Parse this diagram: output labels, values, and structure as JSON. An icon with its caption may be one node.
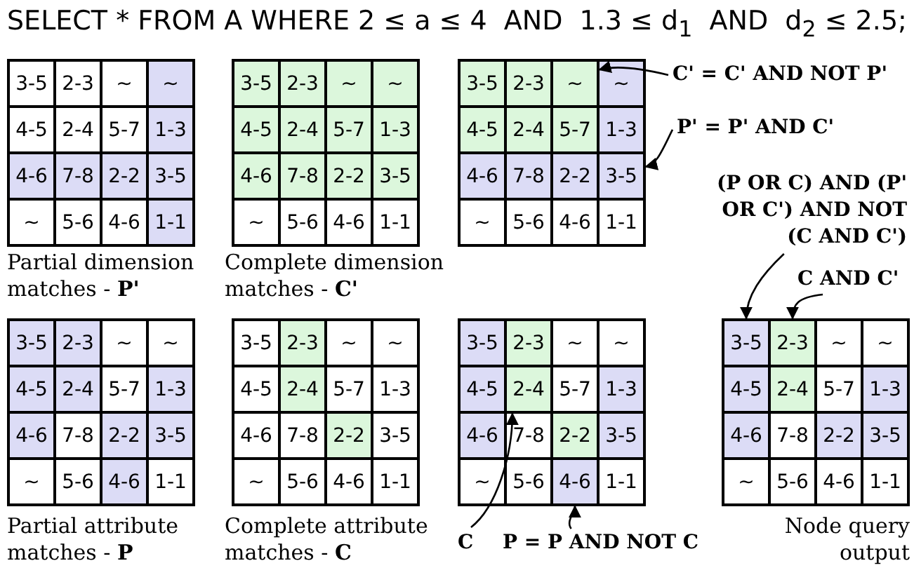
{
  "diagram": {
    "title": "SELECT * FROM A WHERE 2 ≤ a ≤ 4  AND  1.3 ≤ d$_{1}$  AND  d$_{2}$ ≤ 2.5;",
    "nodes": [
      {
        "text": [],
        "shape": "box",
        "beside": [
          "Partial dimension matches - **P'**"
        ]
      },
      {
        "text": [
          "3-5"
        ],
        "in": 0
      },
      {
        "text": [
          "2-3"
        ],
        "in": 0
      },
      {
        "text": [
          "~"
        ],
        "in": 0
      },
      {
        "text": [
          "~"
        ],
        "in": 0
      },
      {
        "text": [
          "4-5"
        ],
        "in": 0
      },
      {
        "text": [
          "2-4"
        ],
        "in": 0
      },
      {
        "text": [
          "5-7"
        ],
        "in": 0
      },
      {
        "text": [
          "1-3"
        ],
        "in": 0
      },
      {
        "text": [
          "4-6"
        ],
        "in": 0
      },
      {
        "text": [
          "7-8"
        ],
        "in": 0
      },
      {
        "text": [
          "2-2"
        ],
        "in": 0
      },
      {
        "text": [
          "3-5"
        ],
        "in": 0
      },
      {
        "text": [
          "~"
        ],
        "in": 0
      },
      {
        "text": [
          "5-6"
        ],
        "in": 0
      },
      {
        "text": [
          "4-6"
        ],
        "in": 0
      },
      {
        "text": [
          "1-1"
        ],
        "in": 0
      },
      {
        "text": [],
        "shape": "box",
        "beside": [
          "Complete dimension matches - **C'**"
        ]
      },
      {
        "text": [
          "3-5"
        ],
        "in": 17
      },
      {
        "text": [
          "2-3"
        ],
        "in": 17
      },
      {
        "text": [
          "~"
        ],
        "in": 17
      },
      {
        "text": [
          "~"
        ],
        "in": 17
      },
      {
        "text": [
          "4-5"
        ],
        "in": 17
      },
      {
        "text": [
          "2-4"
        ],
        "in": 17
      },
      {
        "text": [
          "5-7"
        ],
        "in": 17
      },
      {
        "text": [
          "1-3"
        ],
        "in": 17
      },
      {
        "text": [
          "4-6"
        ],
        "in": 17
      },
      {
        "text": [
          "7-8"
        ],
        "in": 17
      },
      {
        "text": [
          "2-2"
        ],
        "in": 17
      },
      {
        "text": [
          "3-5"
        ],
        "in": 17
      },
      {
        "text": [
          "~"
        ],
        "in": 17
      },
      {
        "text": [
          "5-6"
        ],
        "in": 17
      },
      {
        "text": [
          "4-6"
        ],
        "in": 17
      },
      {
        "text": [
          "1-1"
        ],
        "in": 17
      },
      {
        "text": [],
        "shape": "box"
      },
      {
        "text": [
          "3-5"
        ],
        "in": 34
      },
      {
        "text": [
          "2-3"
        ],
        "in": 34
      },
      {
        "text": [
          "~"
        ],
        "in": 34
      },
      {
        "text": [
          "~"
        ],
        "in": 34
      },
      {
        "text": [
          "4-5"
        ],
        "in": 34
      },
      {
        "text": [
          "2-4"
        ],
        "in": 34
      },
      {
        "text": [
          "5-7"
        ],
        "in": 34
      },
      {
        "text": [
          "1-3"
        ],
        "in": 34
      },
      {
        "text": [
          "4-6"
        ],
        "in": 34
      },
      {
        "text": [
          "7-8"
        ],
        "in": 34
      },
      {
        "text": [
          "2-2"
        ],
        "in": 34
      },
      {
        "text": [
          "3-5"
        ],
        "in": 34
      },
      {
        "text": [
          "~"
        ],
        "in": 34
      },
      {
        "text": [
          "5-6"
        ],
        "in": 34
      },
      {
        "text": [
          "4-6"
        ],
        "in": 34
      },
      {
        "text": [
          "1-1"
        ],
        "in": 34
      },
      {
        "text": [
          "C' = C' AND NOT P'"
        ]
      },
      {
        "text": [
          "P' = P' AND C'"
        ]
      },
      {
        "text": [
          "(P OR C) AND (P' OR C') AND NOT (C AND C')"
        ]
      },
      {
        "text": [
          "C AND C'"
        ]
      },
      {
        "text": [],
        "shape": "box",
        "beside": [
          "Partial attribute matches - **P**"
        ]
      },
      {
        "text": [
          "3-5"
        ],
        "in": 55
      },
      {
        "text": [
          "2-3"
        ],
        "in": 55
      },
      {
        "text": [
          "~"
        ],
        "in": 55
      },
      {
        "text": [
          "~"
        ],
        "in": 55
      },
      {
        "text": [
          "4-5"
        ],
        "in": 55
      },
      {
        "text": [
          "2-4"
        ],
        "in": 55
      },
      {
        "text": [
          "5-7"
        ],
        "in": 55
      },
      {
        "text": [
          "1-3"
        ],
        "in": 55
      },
      {
        "text": [
          "4-6"
        ],
        "in": 55
      },
      {
        "text": [
          "7-8"
        ],
        "in": 55
      },
      {
        "text": [
          "2-2"
        ],
        "in": 55
      },
      {
        "text": [
          "3-5"
        ],
        "in": 55
      },
      {
        "text": [
          "~"
        ],
        "in": 55
      },
      {
        "text": [
          "5-6"
        ],
        "in": 55
      },
      {
        "text": [
          "4-6"
        ],
        "in": 55
      },
      {
        "text": [
          "1-1"
        ],
        "in": 55
      },
      {
        "text": [],
        "shape": "box",
        "beside": [
          "Complete attribute matches - **C**"
        ]
      },
      {
        "text": [
          "3-5"
        ],
        "in": 72
      },
      {
        "text": [
          "2-3"
        ],
        "in": 72
      },
      {
        "text": [
          "~"
        ],
        "in": 72
      },
      {
        "text": [
          "~"
        ],
        "in": 72
      },
      {
        "text": [
          "4-5"
        ],
        "in": 72
      },
      {
        "text": [
          "2-4"
        ],
        "in": 72
      },
      {
        "text": [
          "5-7"
        ],
        "in": 72
      },
      {
        "text": [
          "1-3"
        ],
        "in": 72
      },
      {
        "text": [
          "4-6"
        ],
        "in": 72
      },
      {
        "text": [
          "7-8"
        ],
        "in": 72
      },
      {
        "text": [
          "2-2"
        ],
        "in": 72
      },
      {
        "text": [
          "3-5"
        ],
        "in": 72
      },
      {
        "text": [
          "~"
        ],
        "in": 72
      },
      {
        "text": [
          "5-6"
        ],
        "in": 72
      },
      {
        "text": [
          "4-6"
        ],
        "in": 72
      },
      {
        "text": [
          "1-1"
        ],
        "in": 72
      },
      {
        "text": [],
        "shape": "box"
      },
      {
        "text": [
          "3-5"
        ],
        "in": 89
      },
      {
        "text": [
          "2-3"
        ],
        "in": 89
      },
      {
        "text": [
          "~"
        ],
        "in": 89
      },
      {
        "text": [
          "~"
        ],
        "in": 89
      },
      {
        "text": [
          "4-5"
        ],
        "in": 89
      },
      {
        "text": [
          "2-4"
        ],
        "in": 89
      },
      {
        "text": [
          "5-7"
        ],
        "in": 89
      },
      {
        "text": [
          "1-3"
        ],
        "in": 89
      },
      {
        "text": [
          "4-6"
        ],
        "in": 89
      },
      {
        "text": [
          "7-8"
        ],
        "in": 89
      },
      {
        "text": [
          "2-2"
        ],
        "in": 89
      },
      {
        "text": [
          "3-5"
        ],
        "in": 89
      },
      {
        "text": [
          "~"
        ],
        "in": 89
      },
      {
        "text": [
          "5-6"
        ],
        "in": 89
      },
      {
        "text": [
          "4-6"
        ],
        "in": 89
      },
      {
        "text": [
          "1-1"
        ],
        "in": 89
      },
      {
        "text": [],
        "shape": "box",
        "beside": [
          "Node query output"
        ]
      },
      {
        "text": [
          "3-5"
        ],
        "in": 106
      },
      {
        "text": [
          "2-3"
        ],
        "in": 106
      },
      {
        "text": [
          "~"
        ],
        "in": 106
      },
      {
        "text": [
          "~"
        ],
        "in": 106
      },
      {
        "text": [
          "4-5"
        ],
        "in": 106
      },
      {
        "text": [
          "2-4"
        ],
        "in": 106
      },
      {
        "text": [
          "5-7"
        ],
        "in": 106
      },
      {
        "text": [
          "1-3"
        ],
        "in": 106
      },
      {
        "text": [
          "4-6"
        ],
        "in": 106
      },
      {
        "text": [
          "7-8"
        ],
        "in": 106
      },
      {
        "text": [
          "2-2"
        ],
        "in": 106
      },
      {
        "text": [
          "3-5"
        ],
        "in": 106
      },
      {
        "text": [
          "~"
        ],
        "in": 106
      },
      {
        "text": [
          "5-6"
        ],
        "in": 106
      },
      {
        "text": [
          "4-6"
        ],
        "in": 106
      },
      {
        "text": [
          "1-1"
        ],
        "in": 106
      },
      {
        "text": [
          "C"
        ]
      },
      {
        "text": [
          "P = P AND NOT C"
        ]
      }
    ],
    "edges": [
      {
        "from": 51,
        "to": 37,
        "arrow": "to"
      },
      {
        "from": 52,
        "to": 46,
        "arrow": "to"
      },
      {
        "from": 53,
        "to": 107,
        "arrow": "to"
      },
      {
        "from": 54,
        "to": 108,
        "arrow": "to"
      },
      {
        "from": 123,
        "to": 95,
        "arrow": "to"
      },
      {
        "from": 124,
        "to": 104,
        "arrow": "to"
      }
    ]
  }
}
